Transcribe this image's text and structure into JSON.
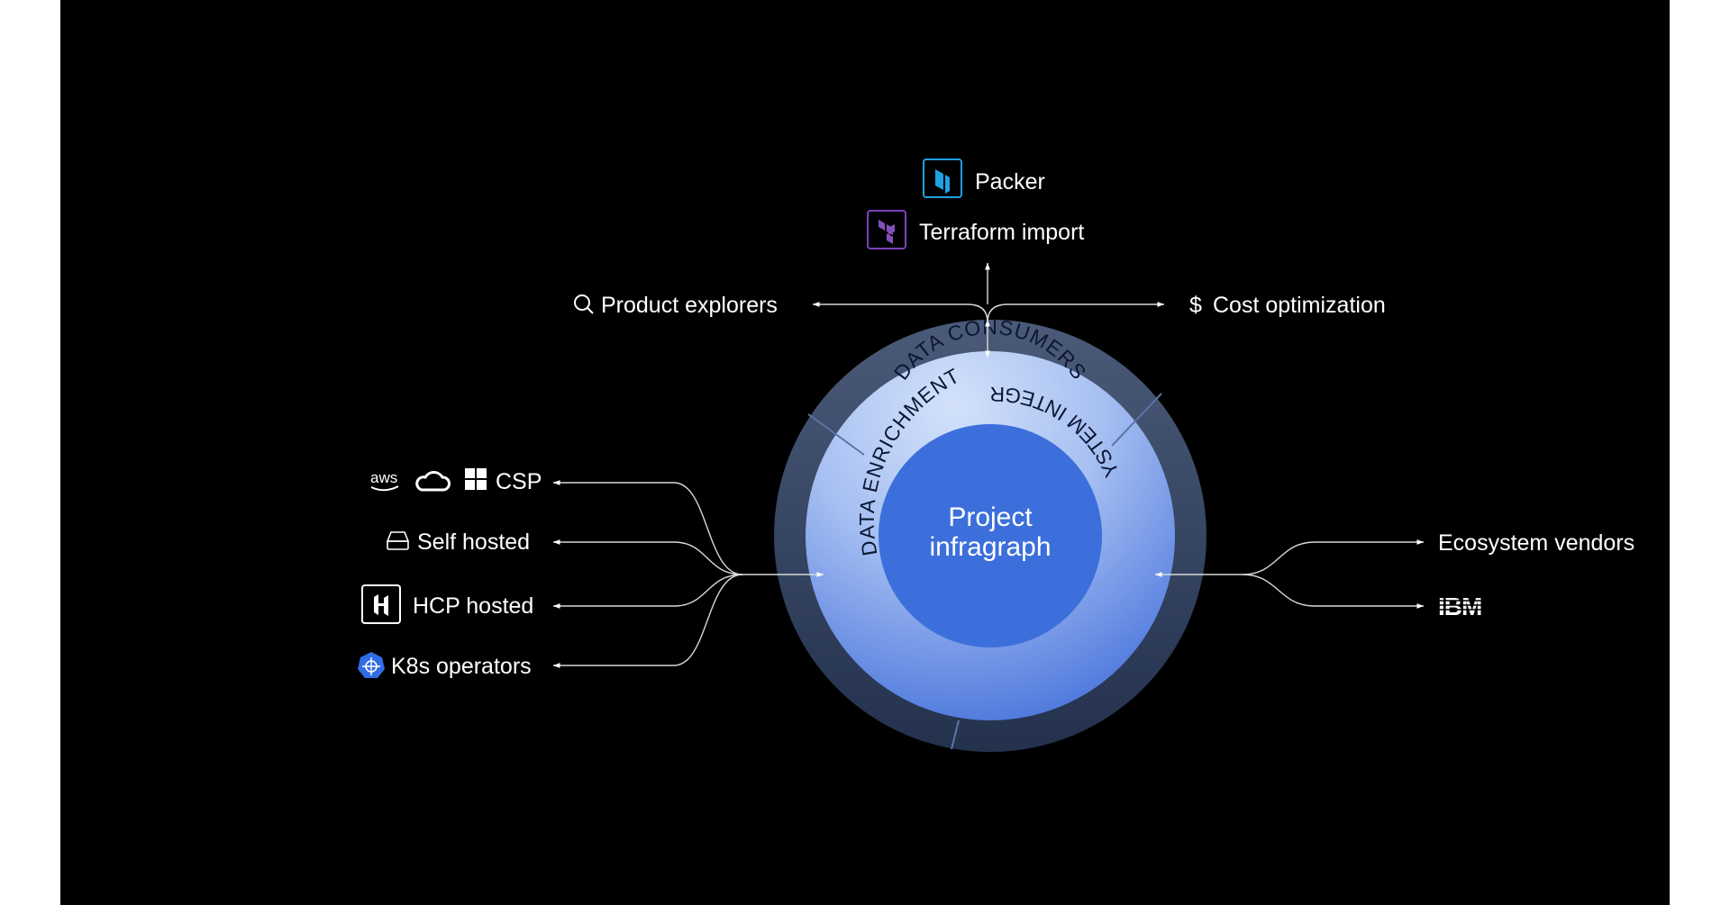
{
  "center": {
    "line1": "Project",
    "line2": "infragraph"
  },
  "ring": {
    "top": "DATA CONSUMERS",
    "left": "DATA ENRICHMENT",
    "right": "ECOSYSTEM INTEGRATION"
  },
  "consumers": {
    "packer": "Packer",
    "terraform": "Terraform import",
    "product_explorers": "Product explorers",
    "cost_optimization": "Cost optimization"
  },
  "sources": {
    "aws_text": "aws",
    "csp": "CSP",
    "self_hosted": "Self hosted",
    "hcp_hosted": "HCP hosted",
    "k8s": "K8s operators"
  },
  "ecosystem": {
    "vendors": "Ecosystem vendors",
    "ibm": "IBM"
  },
  "colors": {
    "background": "#000000",
    "outer_ring": "#3b4a66",
    "inner_ring_light": "#c2d4f7",
    "inner_ring_dark": "#4c77de",
    "core": "#3c6fdb",
    "packer_blue": "#1fa2e3",
    "terraform_purple": "#7b42bc",
    "k8s_blue": "#326ce5"
  },
  "icons": [
    "packer-logo-icon",
    "terraform-logo-icon",
    "search-icon",
    "dollar-icon",
    "aws-logo-icon",
    "google-cloud-icon",
    "windows-icon",
    "drive-icon",
    "hashicorp-logo-icon",
    "kubernetes-icon",
    "ibm-logo-icon"
  ]
}
